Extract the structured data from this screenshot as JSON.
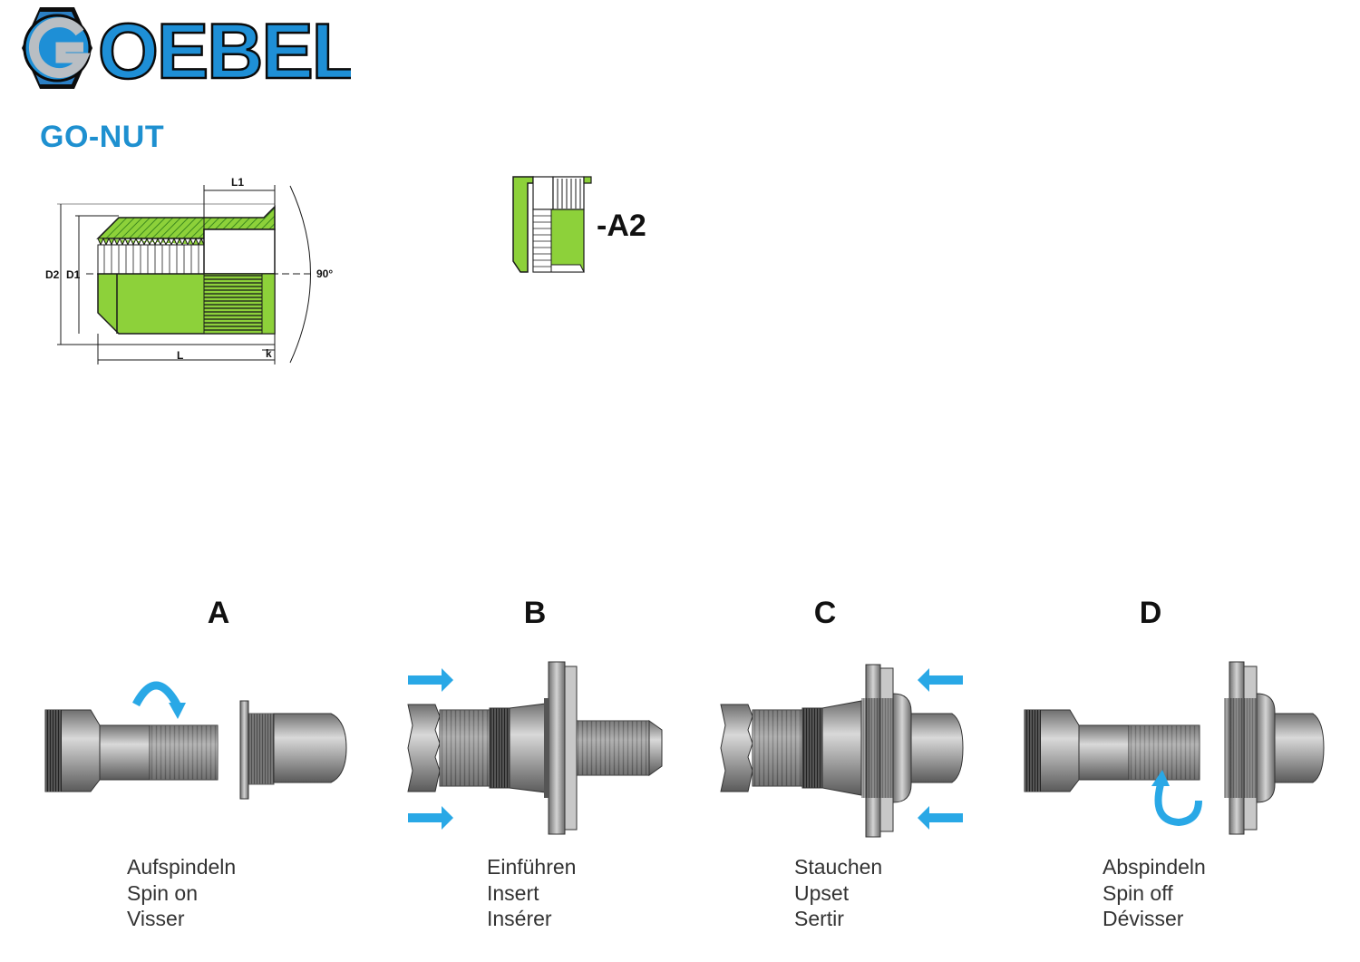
{
  "logo": {
    "text": "GOEBEL",
    "colors": {
      "blue": "#1e8fd6",
      "grey": "#9aa0a6",
      "outline": "#0a0a0a"
    }
  },
  "product": {
    "title": "GO-NUT",
    "variant": "-A2"
  },
  "drawing": {
    "labels": {
      "l1": "L1",
      "d2": "D2",
      "d1": "D1",
      "angle": "90°",
      "l": "L",
      "k": "k"
    },
    "colors": {
      "green": "#8dd13a",
      "hatch": "#3e8a1e"
    }
  },
  "steps": [
    {
      "letter": "A",
      "lines": [
        "Aufspindeln",
        "Spin on",
        "Visser"
      ]
    },
    {
      "letter": "B",
      "lines": [
        "Einführen",
        "Insert",
        "Insérer"
      ]
    },
    {
      "letter": "C",
      "lines": [
        "Stauchen",
        "Upset",
        "Sertir"
      ]
    },
    {
      "letter": "D",
      "lines": [
        "Abspindeln",
        "Spin off",
        "Dévisser"
      ]
    }
  ],
  "arrow_color": "#29a8e6"
}
